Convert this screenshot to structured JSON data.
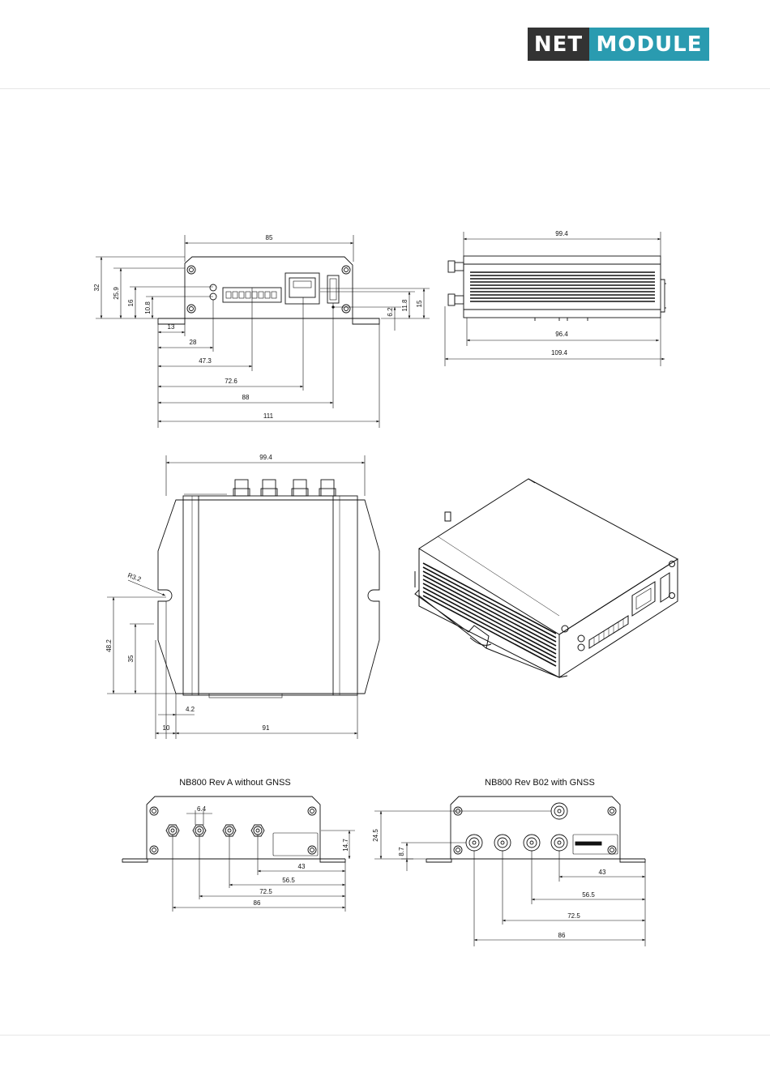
{
  "brand": {
    "part1": "NET",
    "part2": "MODULE",
    "color_dark": "#333333",
    "color_accent": "#2a9bb0"
  },
  "front_view": {
    "dims": {
      "w85": "85",
      "h32": "32",
      "h25_9": "25.9",
      "h16": "16",
      "h10_8": "10.8",
      "h6_2": "6.2",
      "h11_8": "11.8",
      "h15": "15",
      "x13": "13",
      "x28": "28",
      "x47_3": "47.3",
      "x72_6": "72.6",
      "x88": "88",
      "x111": "111"
    }
  },
  "side_view": {
    "dims": {
      "w99_4": "99.4",
      "w96_4": "96.4",
      "w109_4": "109.4"
    }
  },
  "top_view": {
    "dims": {
      "w99_4": "99.4",
      "r3_2": "R3.2",
      "h48_2": "48.2",
      "h35": "35",
      "x4_2": "4.2",
      "x10": "10",
      "x91": "91"
    }
  },
  "rev_a": {
    "title": "NB800 Rev A without GNSS",
    "dims": {
      "d6_4": "6.4",
      "h14_7": "14.7",
      "x43": "43",
      "x56_5": "56.5",
      "x72_5": "72.5",
      "x86": "86"
    }
  },
  "rev_b": {
    "title": "NB800 Rev B02 with GNSS",
    "dims": {
      "h24_5": "24.5",
      "h8_7": "8.7",
      "x43": "43",
      "x56_5": "56.5",
      "x72_5": "72.5",
      "x86": "86"
    }
  }
}
